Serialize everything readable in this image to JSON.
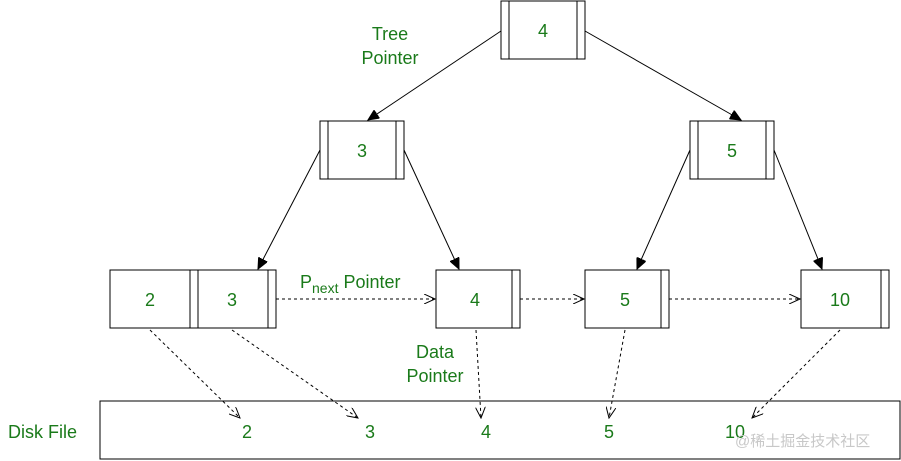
{
  "labels": {
    "tree_pointer_line1": "Tree",
    "tree_pointer_line2": "Pointer",
    "pnext_main": "P",
    "pnext_sub": "next",
    "pnext_rest": " Pointer",
    "data_pointer_line1": "Data",
    "data_pointer_line2": "Pointer",
    "disk_file": "Disk File"
  },
  "root": {
    "key": "4"
  },
  "internal": {
    "left_key": "3",
    "right_key": "5"
  },
  "leaves": {
    "leaf1_key1": "2",
    "leaf1_key2": "3",
    "leaf2_key": "4",
    "leaf3_key": "5",
    "leaf4_key": "10"
  },
  "disk": {
    "values": [
      "2",
      "3",
      "4",
      "5",
      "10"
    ]
  },
  "watermark": "@稀土掘金技术社区",
  "colors": {
    "text": "#1a7a1a",
    "lines": "#000000"
  }
}
